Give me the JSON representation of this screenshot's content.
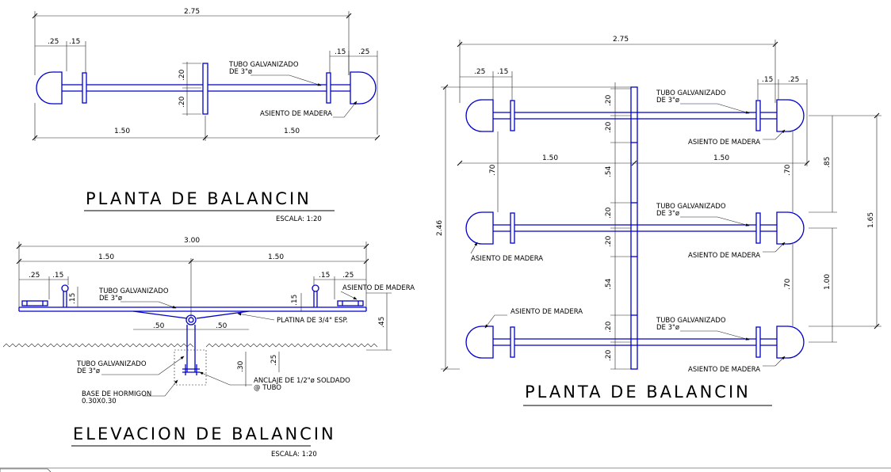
{
  "drawing": {
    "plan_small": {
      "title": "PLANTA DE BALANCIN",
      "scale": "ESCALA: 1:20",
      "dim_total": "2.75",
      "dim_left_seat": ".25",
      "dim_left_gap": ".15",
      "dim_right_gap": ".15",
      "dim_right_seat": ".25",
      "dim_half_left": "1.50",
      "dim_half_right": "1.50",
      "dim_upper_post": ".20",
      "dim_lower_post": ".20",
      "label_tube_line1": "TUBO GALVANIZADO",
      "label_tube_line2": "DE 3\"ø",
      "label_seat": "ASIENTO DE MADERA"
    },
    "elevation": {
      "title": "ELEVACION DE BALANCIN",
      "scale": "ESCALA: 1:20",
      "dim_total": "3.00",
      "dim_half_left": "1.50",
      "dim_half_right": "1.50",
      "dim_left_seat": ".25",
      "dim_left_gap": ".15",
      "dim_right_gap": ".15",
      "dim_right_seat": ".25",
      "dim_handle_left": ".15",
      "dim_handle_right": ".15",
      "dim_plate_left": ".50",
      "dim_plate_right": ".50",
      "dim_height": ".45",
      "dim_base_depth": ".30",
      "dim_anchor": ".25",
      "label_tube_line1": "TUBO GALVANIZADO",
      "label_tube_line2": "DE 3\"ø",
      "label_seat": "ASIENTO DE MADERA",
      "label_plate": "PLATINA DE 3/4\" ESP.",
      "label_tube_low_line1": "TUBO GALVANIZADO",
      "label_tube_low_line2": "DE 3\"ø",
      "label_base_line1": "BASE DE HORMIGON",
      "label_base_line2": "0.30X0.30",
      "label_anchor_line1": "ANCLAJE DE 1/2\"ø SOLDADO",
      "label_anchor_line2": "@ TUBO"
    },
    "plan_large": {
      "title": "PLANTA DE BALANCIN",
      "dim_total": "2.75",
      "dim_left_seat": ".25",
      "dim_left_gap": ".15",
      "dim_right_gap": ".15",
      "dim_right_seat": ".25",
      "dim_half_left": "1.50",
      "dim_half_right": "1.50",
      "dim_overall_height": "2.46",
      "dim_gap_left": ".70",
      "dim_gap_right_1": ".70",
      "dim_gap_right_2": ".70",
      "dim_post_1a": ".20",
      "dim_post_1b": ".20",
      "dim_post_2a": ".20",
      "dim_post_2b": ".20",
      "dim_post_3a": ".20",
      "dim_post_3b": ".20",
      "dim_spacing_1": ".54",
      "dim_spacing_2": ".54",
      "dim_right_85": ".85",
      "dim_right_100": "1.00",
      "dim_right_165": "1.65",
      "label_tube_1_line1": "TUBO GALVANIZADO",
      "label_tube_1_line2": "DE 3\"ø",
      "label_tube_2_line1": "TUBO GALVANIZADO",
      "label_tube_2_line2": "DE 3\"ø",
      "label_tube_3_line1": "TUBO GALVANIZADO",
      "label_tube_3_line2": "DE 3\"ø",
      "label_seat_1": "ASIENTO DE MADERA",
      "label_seat_2": "ASIENTO DE MADERA",
      "label_seat_3": "ASIENTO DE MADERA",
      "label_seat_4": "ASIENTO DE MADERA",
      "label_seat_5": "ASIENTO DE MADERA"
    }
  },
  "colors": {
    "geometry": "#0000cc",
    "annotation": "#000000",
    "background": "#ffffff"
  }
}
